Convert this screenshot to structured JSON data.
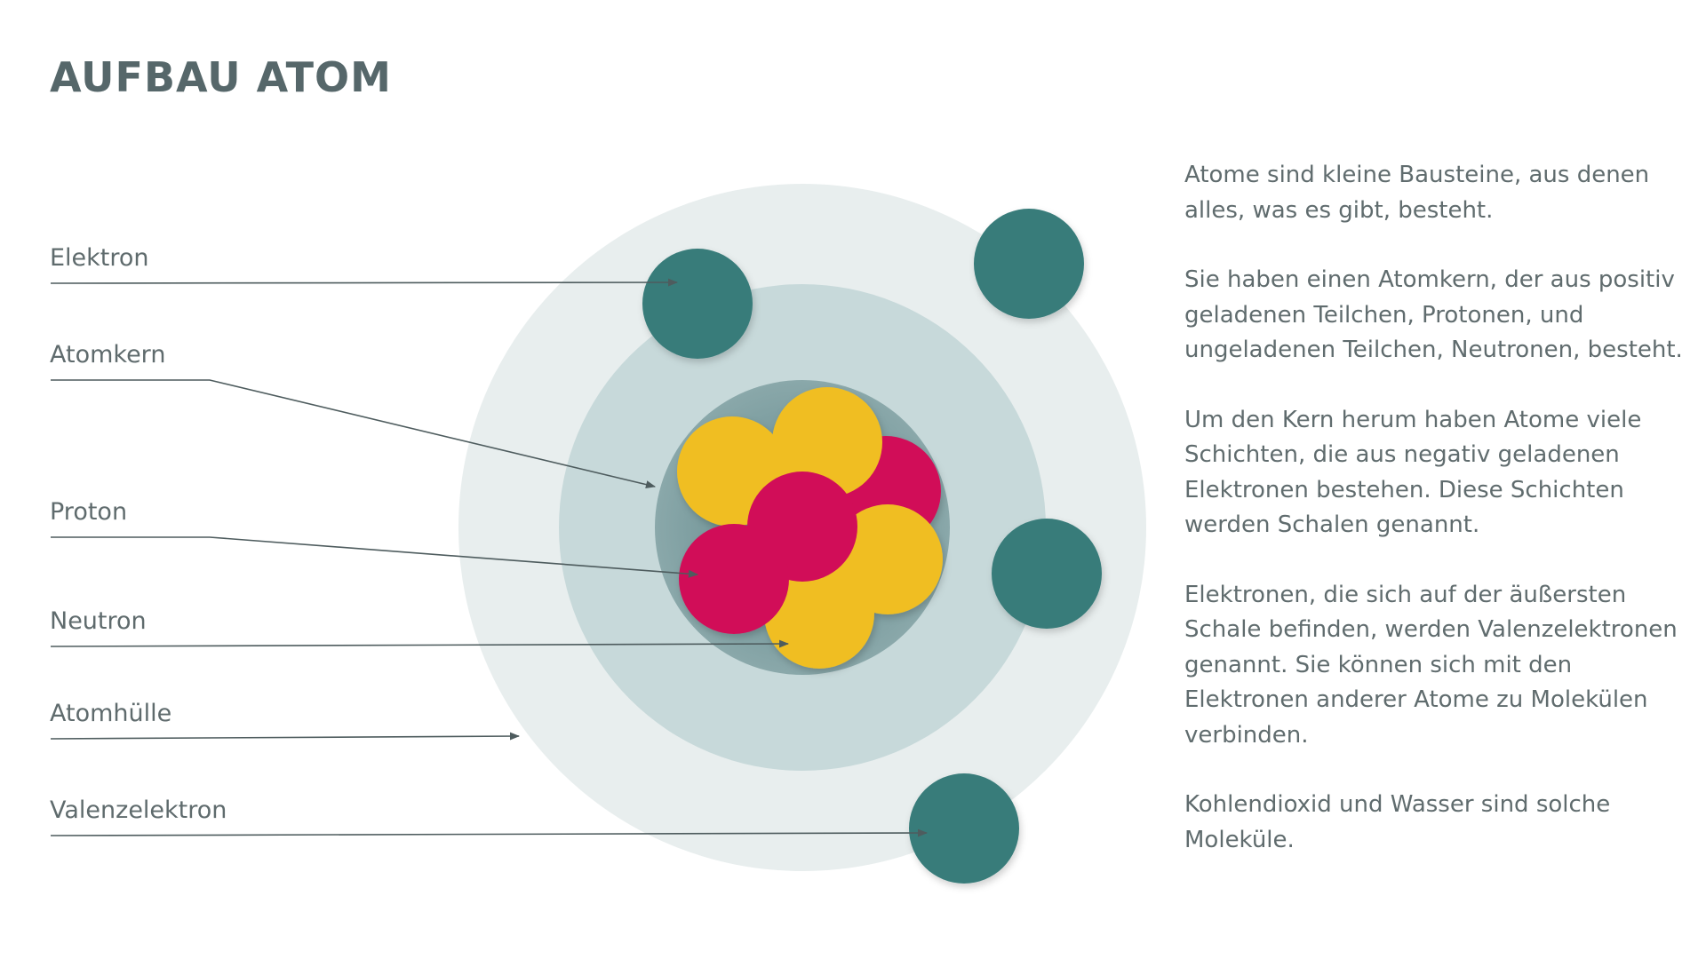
{
  "title": "AUFBAU ATOM",
  "labels": {
    "elektron": "Elektron",
    "atomkern": "Atomkern",
    "proton": "Proton",
    "neutron": "Neutron",
    "atomhuelle": "Atomhülle",
    "valenzelektron": "Valenzelektron"
  },
  "paragraphs": [
    "Atome sind kleine Bausteine, aus denen alles, was es gibt, besteht.",
    "Sie haben einen Atomkern, der aus positiv geladenen Teilchen, Protonen, und ungeladenen Teilchen, Neutronen, besteht.",
    "Um den Kern herum haben Atome viele Schichten, die aus negativ geladenen Elektronen bestehen. Diese Schichten werden Schalen genannt.",
    "Elektronen, die sich auf der äußersten Schale befinden, werden Valenzelektronen genannt. Sie können sich mit den Elektronen anderer Atome zu Molekülen verbinden.",
    "Kohlendioxid und Wasser sind solche Moleküle."
  ],
  "colors": {
    "outer_shell": "#e8eeee",
    "inner_shell": "#c7d9da",
    "nucleus": "#7f9ea1",
    "electron": "#387c7a",
    "proton": "#d10f58",
    "neutron": "#f0be24",
    "leader_line": "#4e5c5e"
  }
}
